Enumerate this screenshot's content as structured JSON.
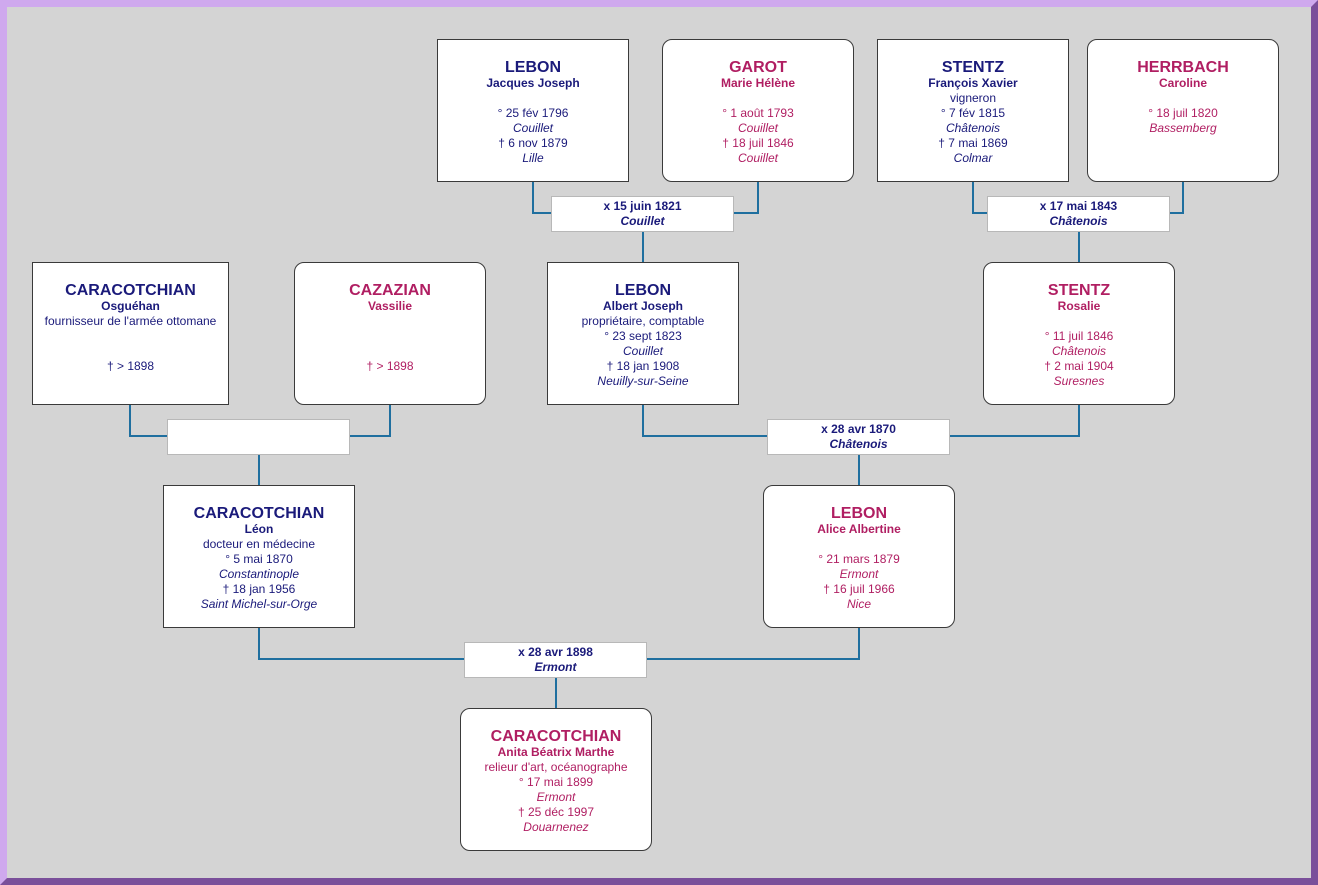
{
  "people": {
    "lebon_jj": {
      "surname": "LEBON",
      "given": "Jacques Joseph",
      "l1": "",
      "l2": "° 25 fév 1796",
      "l3": "Couillet",
      "l4": "† 6 nov 1879",
      "l5": "Lille"
    },
    "garot": {
      "surname": "GAROT",
      "given": "Marie Hélène",
      "l1": "",
      "l2": "° 1 août 1793",
      "l3": "Couillet",
      "l4": "† 18 juil 1846",
      "l5": "Couillet"
    },
    "stentz_fx": {
      "surname": "STENTZ",
      "given": "François Xavier",
      "l1": "vigneron",
      "l2": "° 7 fév 1815",
      "l3": "Châtenois",
      "l4": "† 7 mai 1869",
      "l5": "Colmar"
    },
    "herrbach": {
      "surname": "HERRBACH",
      "given": "Caroline",
      "l1": "",
      "l2": "° 18 juil 1820",
      "l3": "Bassemberg",
      "l4": "",
      "l5": ""
    },
    "caracotchian_o": {
      "surname": "CARACOTCHIAN",
      "given": "Osguéhan",
      "l1": "fournisseur de l'armée ottomane",
      "l2": "",
      "l3": "",
      "l4": "† > 1898",
      "l5": ""
    },
    "cazazian": {
      "surname": "CAZAZIAN",
      "given": "Vassilie",
      "l1": "",
      "l2": "",
      "l3": "",
      "l4": "† > 1898",
      "l5": ""
    },
    "lebon_aj": {
      "surname": "LEBON",
      "given": "Albert Joseph",
      "l1": "propriétaire, comptable",
      "l2": "° 23 sept 1823",
      "l3": "Couillet",
      "l4": "† 18 jan 1908",
      "l5": "Neuilly-sur-Seine"
    },
    "stentz_r": {
      "surname": "STENTZ",
      "given": "Rosalie",
      "l1": "",
      "l2": "° 11 juil 1846",
      "l3": "Châtenois",
      "l4": "† 2 mai 1904",
      "l5": "Suresnes"
    },
    "caracotchian_l": {
      "surname": "CARACOTCHIAN",
      "given": "Léon",
      "l1": "docteur en médecine",
      "l2": "° 5 mai 1870",
      "l3": "Constantinople",
      "l4": "† 18 jan 1956",
      "l5": "Saint Michel-sur-Orge"
    },
    "lebon_aa": {
      "surname": "LEBON",
      "given": "Alice Albertine",
      "l1": "",
      "l2": "° 21 mars 1879",
      "l3": "Ermont",
      "l4": "† 16 juil 1966",
      "l5": "Nice"
    },
    "caracotchian_a": {
      "surname": "CARACOTCHIAN",
      "given": "Anita Béatrix Marthe",
      "l1": "relieur d'art, océanographe",
      "l2": "° 17 mai 1899",
      "l3": "Ermont",
      "l4": "† 25 déc 1997",
      "l5": "Douarnenez"
    }
  },
  "marriages": {
    "m1821": {
      "date": "x 15 juin 1821",
      "place": "Couillet"
    },
    "m1843": {
      "date": "x 17 mai 1843",
      "place": "Châtenois"
    },
    "m_caracotchian": {
      "date": "",
      "place": ""
    },
    "m1870": {
      "date": "x 28 avr 1870",
      "place": "Châtenois"
    },
    "m1898": {
      "date": "x 28 avr 1898",
      "place": "Ermont"
    }
  },
  "colors": {
    "male": "#1a1a7a",
    "female": "#b01e62",
    "connector": "#1f6f9f",
    "background": "#d4d4d4",
    "frame_light": "#cfa9ee",
    "frame_dark": "#7a4f9a"
  }
}
